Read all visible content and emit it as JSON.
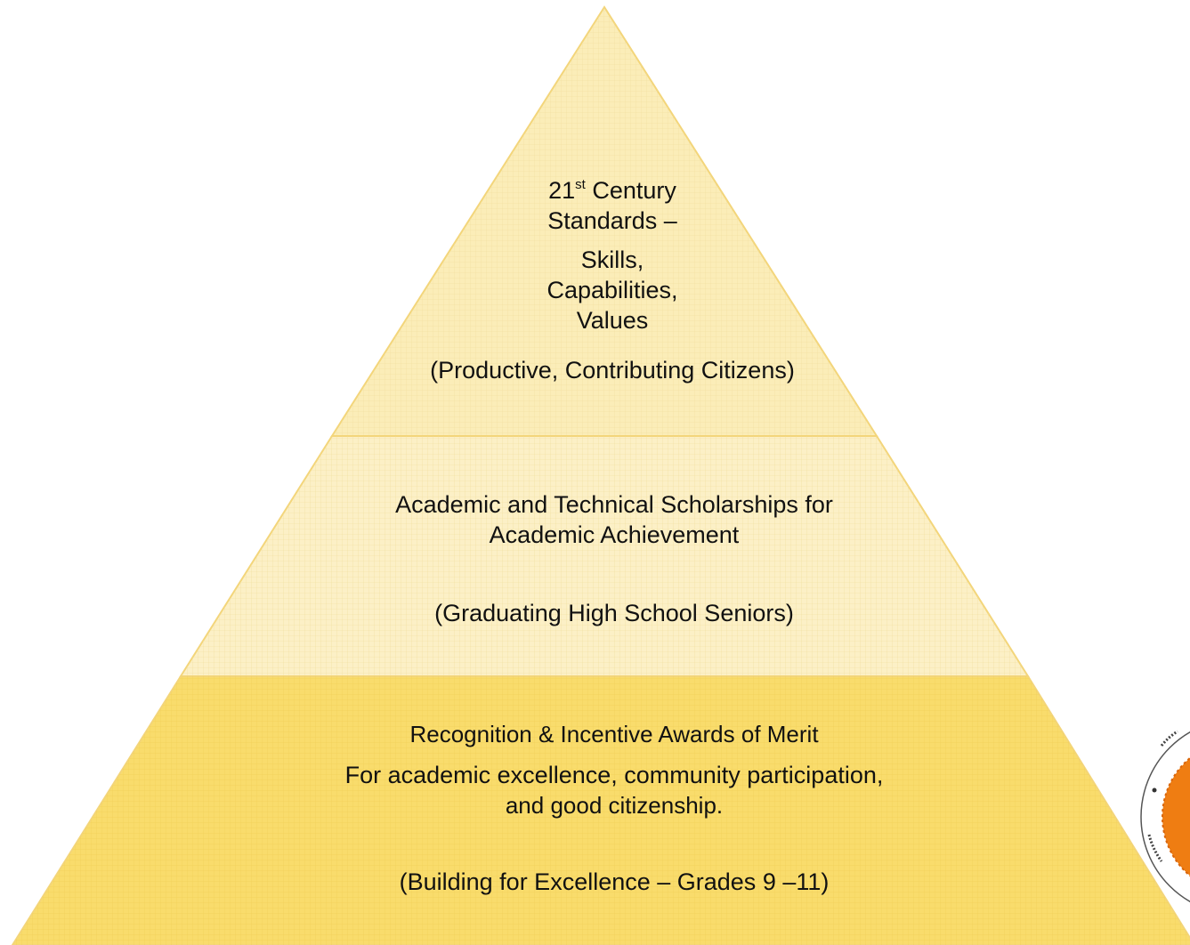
{
  "pyramid": {
    "top": {
      "line1_num": "21",
      "line1_sup": "st",
      "line1_rest": " Century",
      "line2": "Standards –",
      "skills_line1": "Skills,",
      "skills_line2": "Capabilities,",
      "skills_line3": "Values",
      "paren": "(Productive, Contributing Citizens)"
    },
    "middle": {
      "line1": "Academic and Technical Scholarships for",
      "line2": "Academic Achievement",
      "paren": "(Graduating High School Seniors)"
    },
    "bottom": {
      "title": "Recognition & Incentive Awards of Merit",
      "desc_line1": "For academic excellence, community participation,",
      "desc_line2": "and good citizenship.",
      "paren": "(Building for Excellence – Grades 9 –11)"
    }
  },
  "colors": {
    "top_fill": "#fbedb8",
    "middle_fill": "#fcf0c6",
    "bottom_fill": "#f9dc6c",
    "outline": "#f3d57a",
    "seal_orange": "#ef7d12"
  }
}
